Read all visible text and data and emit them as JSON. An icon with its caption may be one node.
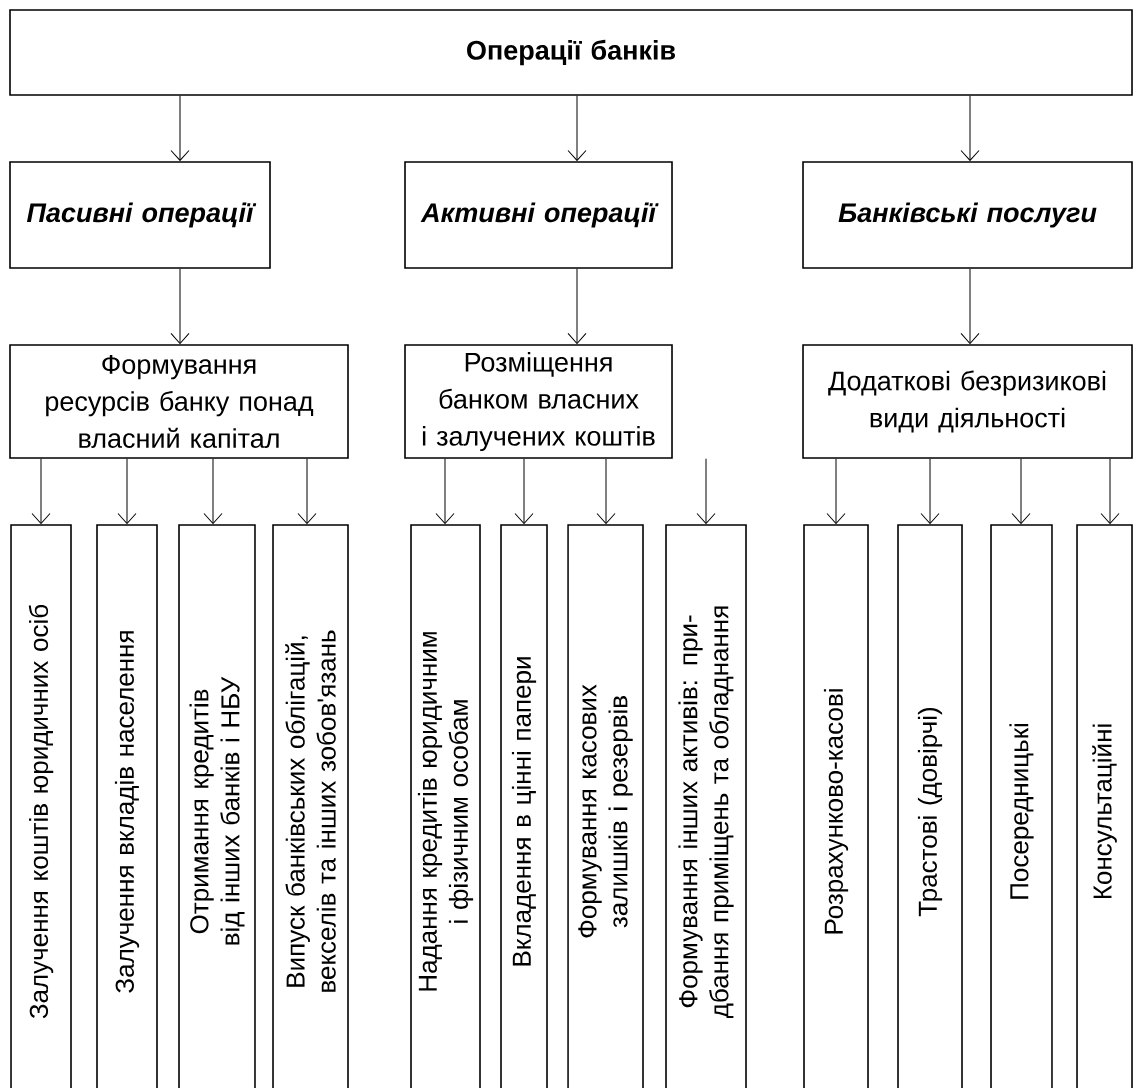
{
  "diagram": {
    "nodes": [
      {
        "text": [
          "Операції банків"
        ]
      },
      {
        "text": [
          "Пасивні операції"
        ]
      },
      {
        "text": [
          "Активні операції"
        ]
      },
      {
        "text": [
          "Банківські послуги"
        ]
      },
      {
        "text": [
          "Формування ресурсів банку понад власний капітал"
        ]
      },
      {
        "text": [
          "Розміщення банком власних і залучених коштів"
        ]
      },
      {
        "text": [
          "Додаткові безризикові види діяльності"
        ]
      },
      {
        "text": [
          "Залучення коштів юридичних осіб"
        ]
      },
      {
        "text": [
          "Залучення вкладів населення"
        ]
      },
      {
        "text": [
          "Отримання кредитів від інших банків і НБУ"
        ]
      },
      {
        "text": [
          "Випуск банківських облігацій, векселів та інших зобов'язань"
        ]
      },
      {
        "text": [
          "Надання кредитів юридичним і фізичним особам"
        ]
      },
      {
        "text": [
          "Вкладення в цінні папери"
        ]
      },
      {
        "text": [
          "Формування касових залишків і резервів"
        ]
      },
      {
        "text": [
          "Формування інших активів: при-дбання приміщень та обладнання"
        ]
      },
      {
        "text": [
          "Розрахунково-касові"
        ]
      },
      {
        "text": [
          "Трастові (довірчі)"
        ]
      },
      {
        "text": [
          "Посередницькі"
        ]
      },
      {
        "text": [
          "Консультаційні"
        ]
      }
    ],
    "edges": [
      {
        "from": 0,
        "to": 1,
        "arrow": "to"
      },
      {
        "from": 0,
        "to": 2,
        "arrow": "to"
      },
      {
        "from": 0,
        "to": 3,
        "arrow": "to"
      },
      {
        "from": 1,
        "to": 4,
        "arrow": "to"
      },
      {
        "from": 2,
        "to": 5,
        "arrow": "to"
      },
      {
        "from": 3,
        "to": 6,
        "arrow": "to"
      },
      {
        "from": 4,
        "to": 7,
        "arrow": "to"
      },
      {
        "from": 4,
        "to": 8,
        "arrow": "to"
      },
      {
        "from": 4,
        "to": 9,
        "arrow": "to"
      },
      {
        "from": 4,
        "to": 10,
        "arrow": "to"
      },
      {
        "from": 5,
        "to": 11,
        "arrow": "to"
      },
      {
        "from": 5,
        "to": 12,
        "arrow": "to"
      },
      {
        "from": 5,
        "to": 13,
        "arrow": "to"
      },
      {
        "from": 5,
        "to": 14,
        "arrow": "to"
      },
      {
        "from": 6,
        "to": 15,
        "arrow": "to"
      },
      {
        "from": 6,
        "to": 16,
        "arrow": "to"
      },
      {
        "from": 6,
        "to": 17,
        "arrow": "to"
      },
      {
        "from": 6,
        "to": 18,
        "arrow": "to"
      }
    ]
  }
}
